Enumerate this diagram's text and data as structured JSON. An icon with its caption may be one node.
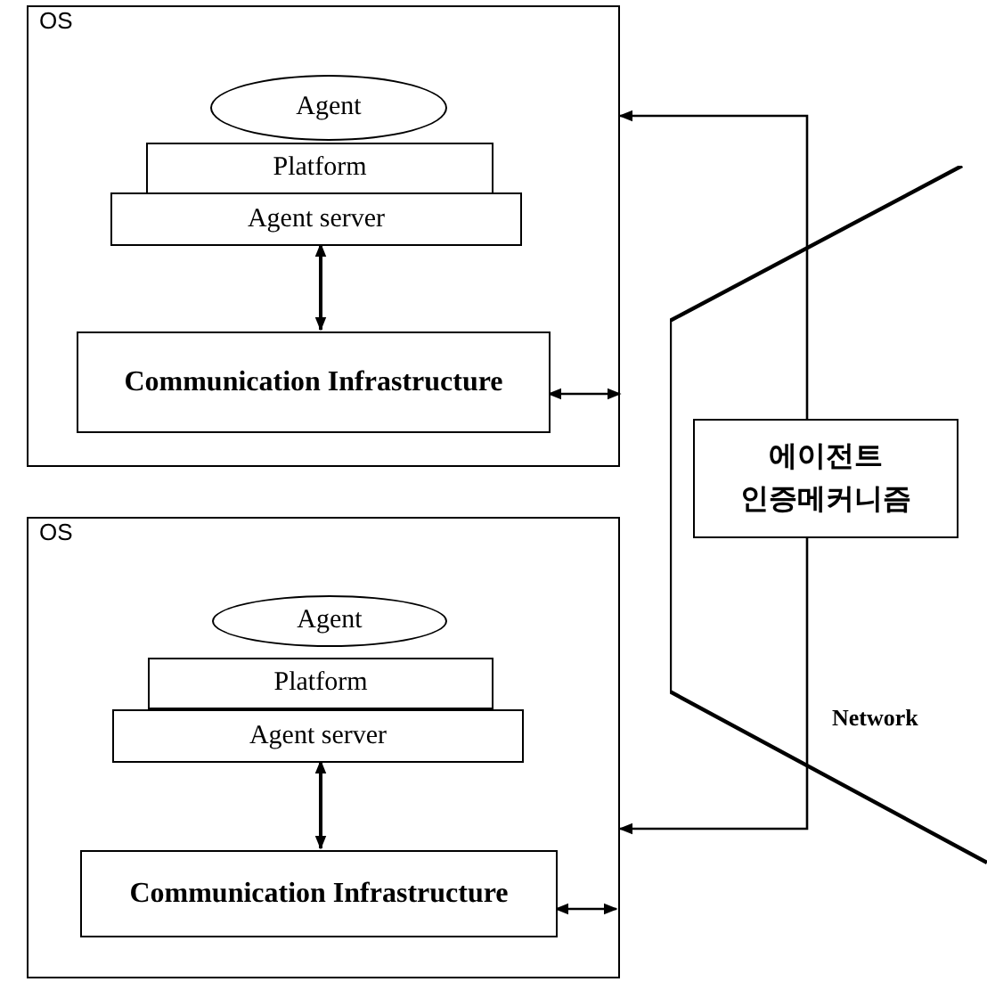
{
  "diagram": {
    "nodes": [
      {
        "text": [
          "OS"
        ]
      },
      {
        "text": [
          "Agent"
        ],
        "in": 0
      },
      {
        "text": [
          "Platform"
        ],
        "in": 0
      },
      {
        "text": [
          "Agent server"
        ],
        "in": 0
      },
      {
        "text": [
          "Communication Infrastructure"
        ],
        "in": 0
      },
      {
        "text": [
          "Network"
        ]
      },
      {
        "text": [
          "에이전트 인증메커니즘"
        ],
        "in": 5
      },
      {
        "text": [
          "OS"
        ]
      },
      {
        "text": [
          "Agent"
        ],
        "in": 7
      },
      {
        "text": [
          "Platform"
        ],
        "in": 7
      },
      {
        "text": [
          "Agent server"
        ],
        "in": 7
      },
      {
        "text": [
          "Communication Infrastructure"
        ],
        "in": 7
      }
    ],
    "edges": [
      {
        "from": 3,
        "to": 4,
        "arrow": "both"
      },
      {
        "from": 4,
        "to": null,
        "arrow": "both"
      },
      {
        "from": 6,
        "to": 0,
        "arrow": "to"
      },
      {
        "from": 6,
        "to": 7,
        "arrow": "to"
      },
      {
        "from": 10,
        "to": 11,
        "arrow": "both"
      },
      {
        "from": 11,
        "to": null,
        "arrow": "both"
      }
    ]
  }
}
